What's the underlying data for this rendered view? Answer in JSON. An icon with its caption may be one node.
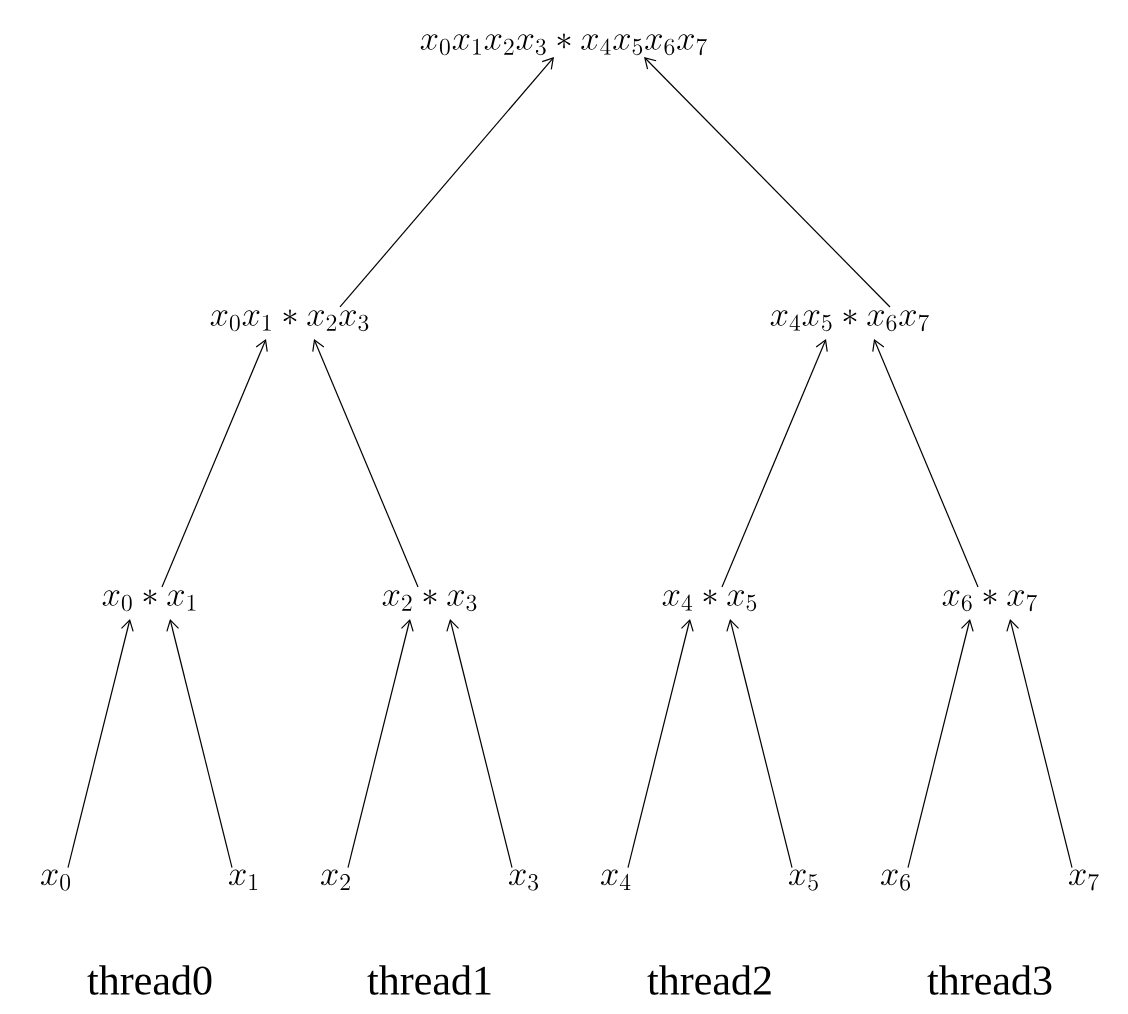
{
  "diagram": {
    "nodes": [
      {
        "text": [
          "x_0x_1x_2x_3 * x_4x_5x_6x_7"
        ]
      },
      {
        "text": [
          "x_0x_1 * x_2x_3"
        ]
      },
      {
        "text": [
          "x_4x_5 * x_6x_7"
        ]
      },
      {
        "text": [
          "x_0 * x_1"
        ]
      },
      {
        "text": [
          "x_2 * x_3"
        ]
      },
      {
        "text": [
          "x_4 * x_5"
        ]
      },
      {
        "text": [
          "x_6 * x_7"
        ]
      },
      {
        "text": [
          "x_0"
        ]
      },
      {
        "text": [
          "x_1"
        ]
      },
      {
        "text": [
          "x_2"
        ]
      },
      {
        "text": [
          "x_3"
        ]
      },
      {
        "text": [
          "x_4"
        ]
      },
      {
        "text": [
          "x_5"
        ]
      },
      {
        "text": [
          "x_6"
        ]
      },
      {
        "text": [
          "x_7"
        ]
      }
    ],
    "edges": [
      {
        "from": 1,
        "to": 0,
        "arrow": "to"
      },
      {
        "from": 2,
        "to": 0,
        "arrow": "to"
      },
      {
        "from": 3,
        "to": 1,
        "arrow": "to"
      },
      {
        "from": 4,
        "to": 1,
        "arrow": "to"
      },
      {
        "from": 5,
        "to": 2,
        "arrow": "to"
      },
      {
        "from": 6,
        "to": 2,
        "arrow": "to"
      },
      {
        "from": 7,
        "to": 3,
        "arrow": "to"
      },
      {
        "from": 8,
        "to": 3,
        "arrow": "to"
      },
      {
        "from": 9,
        "to": 4,
        "arrow": "to"
      },
      {
        "from": 10,
        "to": 4,
        "arrow": "to"
      },
      {
        "from": 11,
        "to": 5,
        "arrow": "to"
      },
      {
        "from": 12,
        "to": 5,
        "arrow": "to"
      },
      {
        "from": 13,
        "to": 6,
        "arrow": "to"
      },
      {
        "from": 14,
        "to": 6,
        "arrow": "to"
      }
    ],
    "labels": [
      "thread0",
      "thread1",
      "thread2",
      "thread3"
    ]
  }
}
